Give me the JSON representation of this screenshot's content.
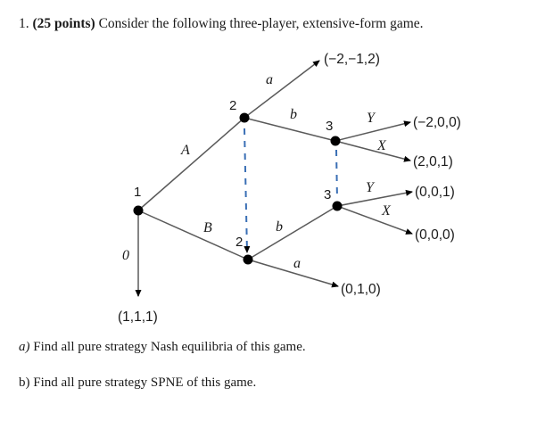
{
  "header": {
    "number": "1.",
    "points": "(25 points)",
    "text": "Consider the following three-player, extensive-form game."
  },
  "tree": {
    "players": {
      "root": "1",
      "p2_top": "2",
      "p2_bottom": "2",
      "p3_top": "3",
      "p3_bottom": "3"
    },
    "moves": {
      "zero": "0",
      "A": "A",
      "B": "B",
      "a_top": "a",
      "b_top": "b",
      "b_bottom": "b",
      "a_bottom": "a",
      "Y_top": "Y",
      "X_top": "X",
      "Y_bottom": "Y",
      "X_bottom": "X"
    },
    "payoffs": {
      "zero": "(1,1,1)",
      "a_top": "(−2,−1,2)",
      "YY": "(−2,0,0)",
      "YX": "(2,0,1)",
      "XY": "(0,0,1)",
      "XX": "(0,0,0)",
      "a_bottom": "(0,1,0)"
    },
    "colors": {
      "line": "#5a5a5a",
      "node": "#000000",
      "info_set": "#3a6fb5"
    }
  },
  "questions": [
    {
      "label": "a)",
      "text": "Find all pure strategy Nash equilibria of this game."
    },
    {
      "label": "b)",
      "text": "Find all pure strategy SPNE of this game."
    }
  ]
}
